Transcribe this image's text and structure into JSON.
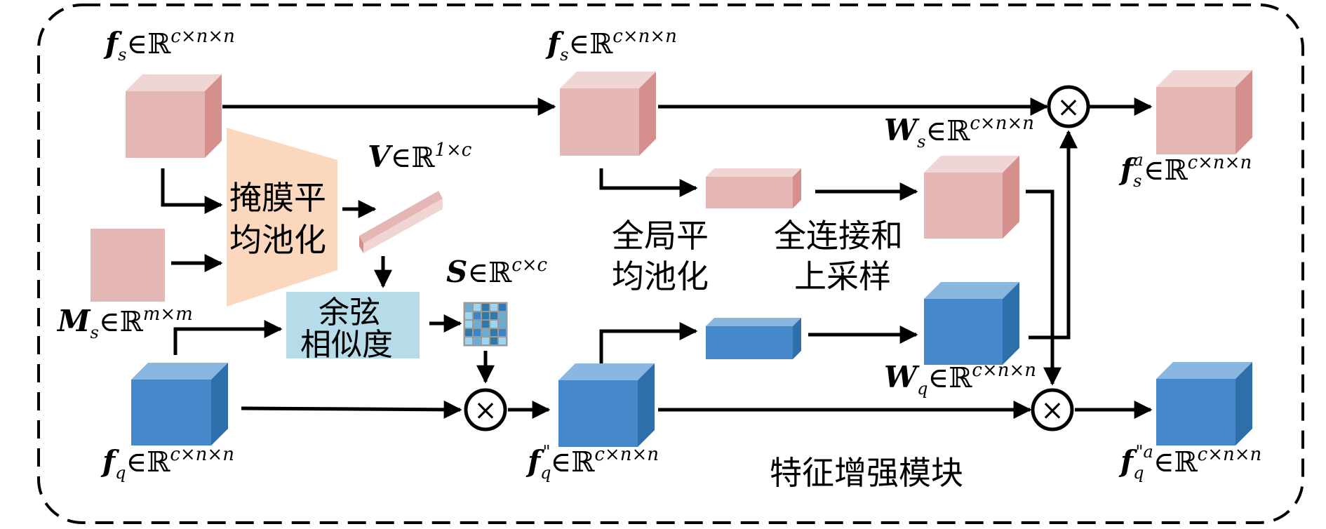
{
  "title": "特征增强模块",
  "colors": {
    "pink_front": "#e4b7b5",
    "pink_top": "#efd6d5",
    "pink_side": "#d5908d",
    "blue_front": "#4589cb",
    "blue_top": "#8ab7e0",
    "blue_side": "#2e6fab",
    "trapezoid": "#fbd8bd",
    "cosine_box": "#b5dce8",
    "arrow": "#000000",
    "border": "#000000"
  },
  "blocks": {
    "mask_pooling": {
      "line1": "掩膜平",
      "line2": "均池化"
    },
    "cosine_similarity": {
      "line1": "余弦",
      "line2": "相似度"
    },
    "global_pooling": {
      "line1": "全局平",
      "line2": "均池化"
    },
    "fc_upsample": {
      "line1": "全连接和",
      "line2": "上采样"
    }
  },
  "labels": {
    "fs_input": {
      "base": "f",
      "sub": "s",
      "sup": "",
      "set": "∈ℝ",
      "dims": "c×n×n"
    },
    "fs_copy": {
      "base": "f",
      "sub": "s",
      "sup": "",
      "set": "∈ℝ",
      "dims": "c×n×n"
    },
    "Ms": {
      "base": "M",
      "sub": "s",
      "sup": "",
      "set": "∈ℝ",
      "dims": "m×m"
    },
    "V": {
      "base": "V",
      "sub": "",
      "sup": "",
      "set": "∈ℝ",
      "dims": "1×c"
    },
    "S": {
      "base": "S",
      "sub": "",
      "sup": "",
      "set": "∈ℝ",
      "dims": "c×c"
    },
    "fq": {
      "base": "f",
      "sub": "q",
      "sup": "",
      "set": "∈ℝ",
      "dims": "c×n×n"
    },
    "fq_pp": {
      "base": "f",
      "sub": "q",
      "sup": "\"",
      "set": "∈ℝ",
      "dims": "c×n×n"
    },
    "Ws": {
      "base": "W",
      "sub": "s",
      "sup": "",
      "set": "∈ℝ",
      "dims": "c×n×n"
    },
    "Wq": {
      "base": "W",
      "sub": "q",
      "sup": "",
      "set": "∈ℝ",
      "dims": "c×n×n"
    },
    "fsa": {
      "base": "f",
      "sub": "s",
      "sup": "a",
      "set": "∈ℝ",
      "dims": "c×n×n"
    },
    "fqa": {
      "base": "f",
      "sub": "q",
      "sup": "\"a",
      "set": "∈ℝ",
      "dims": "c×n×n"
    }
  },
  "operators": {
    "multiply_symbol": "×"
  },
  "similarity_matrix": {
    "rows": 5,
    "cols": 5,
    "cells": [
      [
        "#6aaed6",
        "#9dd4ef",
        "#3079a8",
        "#9dd4ef",
        "#2f7ab9"
      ],
      [
        "#9dd4ef",
        "#3d85c8",
        "#3079a8",
        "#3079a8",
        "#6aaed6"
      ],
      [
        "#9dd4ef",
        "#6aaed6",
        "#3079a8",
        "#9dd4ef",
        "#6aaed6"
      ],
      [
        "#3079a8",
        "#3d85c8",
        "#6aaed6",
        "#3079a8",
        "#3d85c8"
      ],
      [
        "#9dd4ef",
        "#6aaed6",
        "#9dd4ef",
        "#3079a8",
        "#9dd4ef"
      ]
    ],
    "grid_color": "#9a9a9a"
  }
}
